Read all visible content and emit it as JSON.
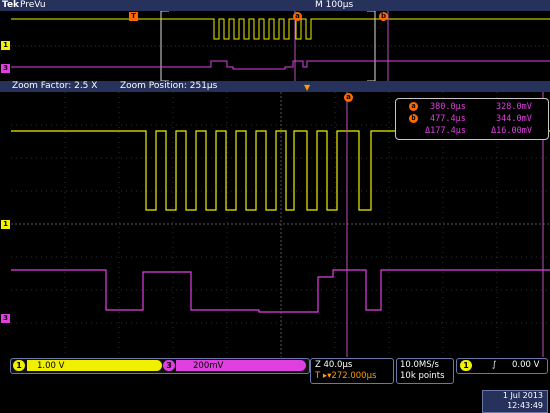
{
  "header": {
    "brand": "Tek",
    "mode": "PreVu",
    "timebase": "M 100µs"
  },
  "zoom": {
    "factor_label": "Zoom Factor: 2.5 X",
    "position_label": "Zoom Position: 251µs"
  },
  "cursor_readout": {
    "a_label": "a",
    "a_time": "380.0µs",
    "a_value": "328.0mV",
    "b_label": "b",
    "b_time": "477.4µs",
    "b_value": "344.0mV",
    "delta_time": "Δ177.4µs",
    "delta_value": "Δ16.00mV"
  },
  "markers": {
    "trigger": "T",
    "ch1": "1",
    "ch3": "3",
    "cursor_a": "a",
    "cursor_b": "b"
  },
  "status": {
    "ch1_num": "1",
    "ch1_scale": "1.00 V",
    "ch3_num": "3",
    "ch3_scale": "200mV",
    "horiz_scale": "Z 40.0µs",
    "trig_pos": "T ▸▾272.000µs",
    "sample_rate": "10.0MS/s",
    "record_length": "10k points",
    "trig_ch": "1",
    "trig_slope": "∫",
    "trig_level": "0.00 V",
    "date": "1 Jul  2013",
    "time": "12:43:49"
  },
  "colors": {
    "ch1": "#f0f000",
    "ch3": "#e040e0",
    "cursor": "#c050c0",
    "accent": "#ff6a00",
    "bar": "#27325c"
  }
}
